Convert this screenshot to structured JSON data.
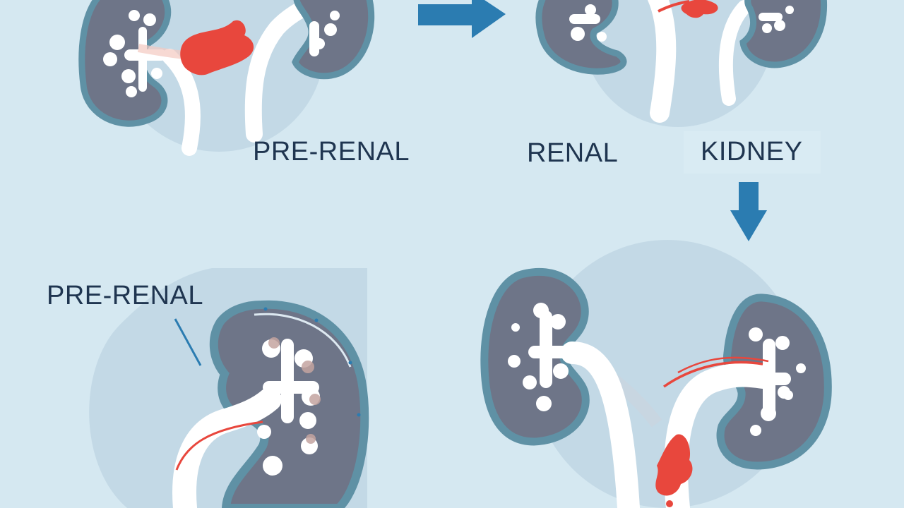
{
  "labels": {
    "top_left": "PRE-RENAL",
    "top_middle": "RENAL",
    "top_right": "KIDNEY",
    "bottom_left": "PRE-RENAL"
  },
  "colors": {
    "background": "#d5e8f1",
    "halo": "#c3d9e6",
    "kidney_fill": "#6e7588",
    "kidney_rim": "#5f91a5",
    "vessel": "#ffffff",
    "lesion": "#e8473d",
    "arrow": "#2b7cb1",
    "text": "#1f3550"
  },
  "icons": [
    "arrow-right-icon",
    "arrow-down-icon"
  ]
}
